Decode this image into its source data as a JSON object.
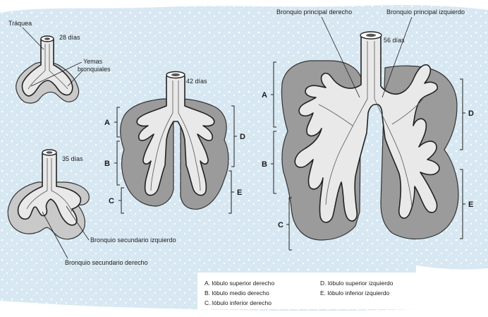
{
  "stages": {
    "d28": {
      "age": "28 días",
      "trachea_label": "Tráquea",
      "buds_label_line1": "Yemas",
      "buds_label_line2": "bronquiales"
    },
    "d35": {
      "age": "35 días",
      "left_secondary": "Bronquio secundario izquierdo",
      "right_secondary": "Bronquio secundario derecho"
    },
    "d42": {
      "age": "42 días",
      "left_letters": [
        "A",
        "B",
        "C"
      ],
      "right_letters": [
        "D",
        "E"
      ]
    },
    "d56": {
      "age": "56 días",
      "right_main": "Bronquio principal derecho",
      "left_main": "Bronquio principal izquierdo",
      "left_letters": [
        "A",
        "B",
        "C"
      ],
      "right_letters": [
        "D",
        "E"
      ]
    }
  },
  "legend": {
    "col1": [
      "A.  lóbulo superior derecho",
      "B.  lóbulo medio derecho",
      "C.  lóbulo inferior derecho"
    ],
    "col2": [
      "D.  lóbulo superior izquierdo",
      "E.  lóbulo inferior izquierdo"
    ]
  },
  "colors": {
    "background": "#dbeaf3",
    "mesenchyme": "#9b9b9b",
    "epithelium": "#e9e9e9"
  }
}
